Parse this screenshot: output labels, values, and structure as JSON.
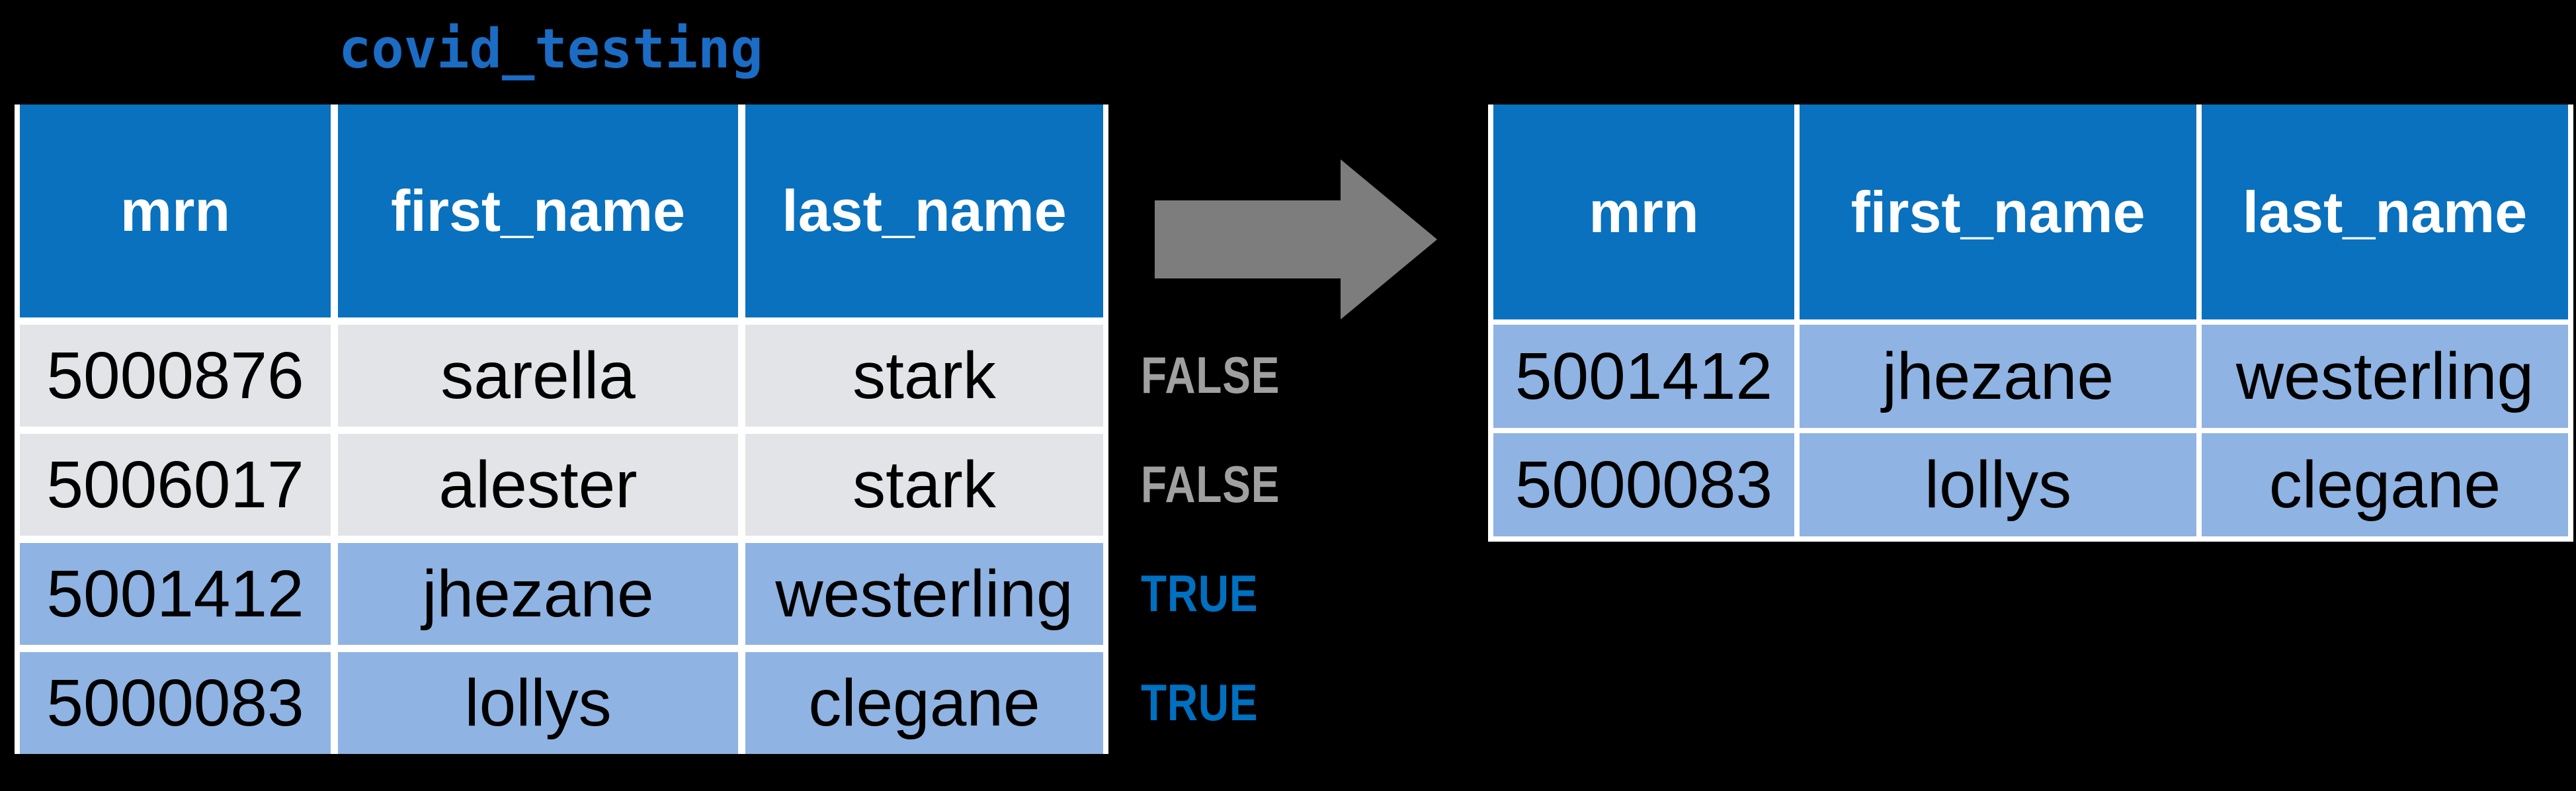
{
  "title": {
    "text": "covid_testing"
  },
  "left_table": {
    "name": "covid_testing",
    "columns": [
      "mrn",
      "first_name",
      "last_name"
    ],
    "rows": [
      {
        "mrn": "5000876",
        "first_name": "sarella",
        "last_name": "stark",
        "highlighted": false,
        "flag": "FALSE"
      },
      {
        "mrn": "5006017",
        "first_name": "alester",
        "last_name": "stark",
        "highlighted": false,
        "flag": "FALSE"
      },
      {
        "mrn": "5001412",
        "first_name": "jhezane",
        "last_name": "westerling",
        "highlighted": true,
        "flag": "TRUE"
      },
      {
        "mrn": "5000083",
        "first_name": "lollys",
        "last_name": "clegane",
        "highlighted": true,
        "flag": "TRUE"
      }
    ]
  },
  "right_table": {
    "columns": [
      "mrn",
      "first_name",
      "last_name"
    ],
    "rows": [
      {
        "mrn": "5001412",
        "first_name": "jhezane",
        "last_name": "westerling"
      },
      {
        "mrn": "5000083",
        "first_name": "lollys",
        "last_name": "clegane"
      }
    ]
  },
  "arrow": {
    "icon": "right-arrow"
  },
  "colors": {
    "background": "#000000",
    "title_text": "#1B6CC4",
    "header_bg": "#0971BE",
    "header_text": "#FFFFFF",
    "row_gray": "#E2E4E7",
    "row_blue": "#8FB3E2",
    "cell_text": "#000000",
    "false_label": "#A0A0A0",
    "true_label": "#0070C0",
    "arrow": "#7D7D7D",
    "gridline": "#FFFFFF"
  }
}
